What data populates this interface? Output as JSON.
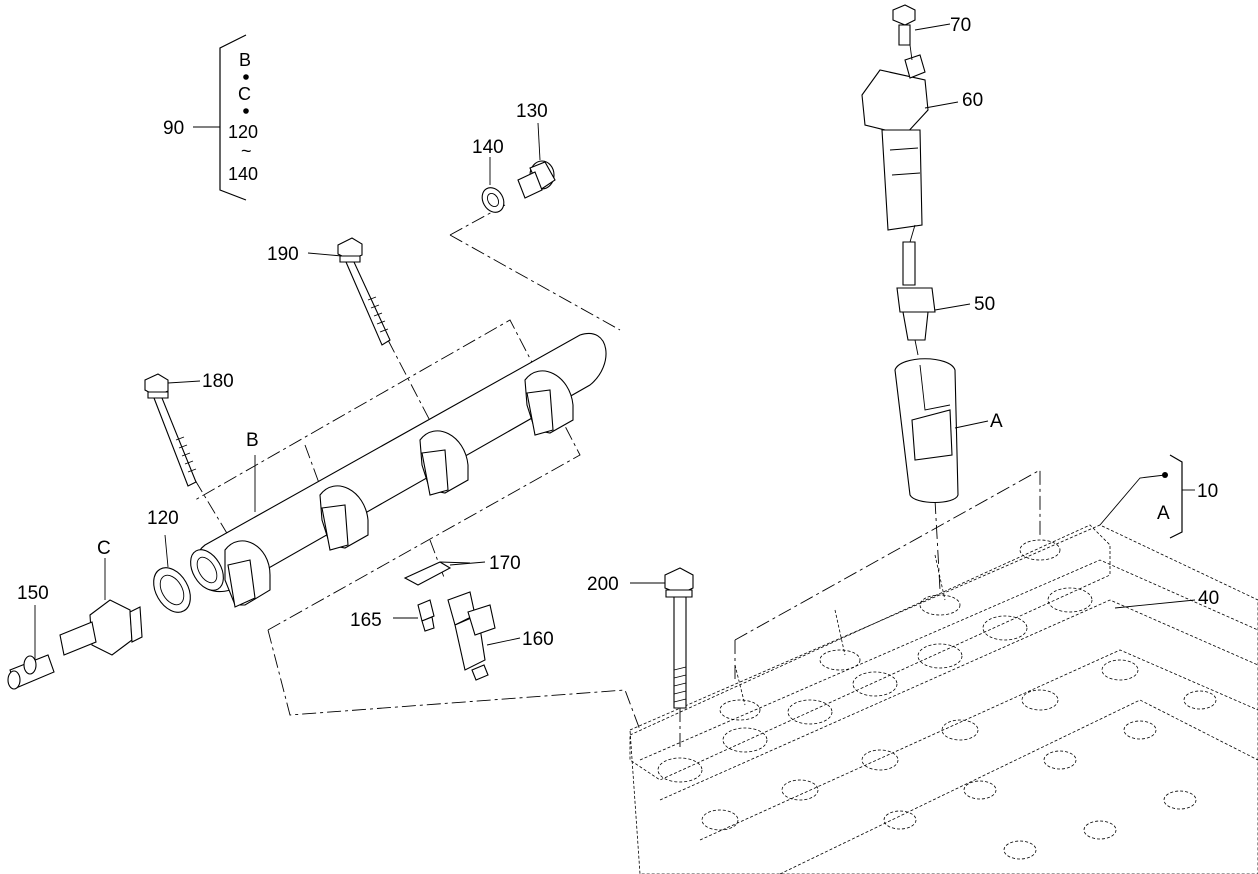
{
  "callouts": {
    "c70": "70",
    "c60": "60",
    "c50": "50",
    "cA1": "A",
    "c10": "10",
    "cA2": "A",
    "c40": "40",
    "c200": "200",
    "c170": "170",
    "c165": "165",
    "c160": "160",
    "c190": "190",
    "c180": "180",
    "cB": "B",
    "c120": "120",
    "cC": "C",
    "c150": "150",
    "c130": "130",
    "c140": "140",
    "c90": "90"
  },
  "group90": {
    "line1": "B",
    "line2": "C",
    "line3": "120",
    "line4": "~",
    "line5": "140"
  },
  "colors": {
    "ink": "#000000",
    "paper": "#ffffff"
  }
}
